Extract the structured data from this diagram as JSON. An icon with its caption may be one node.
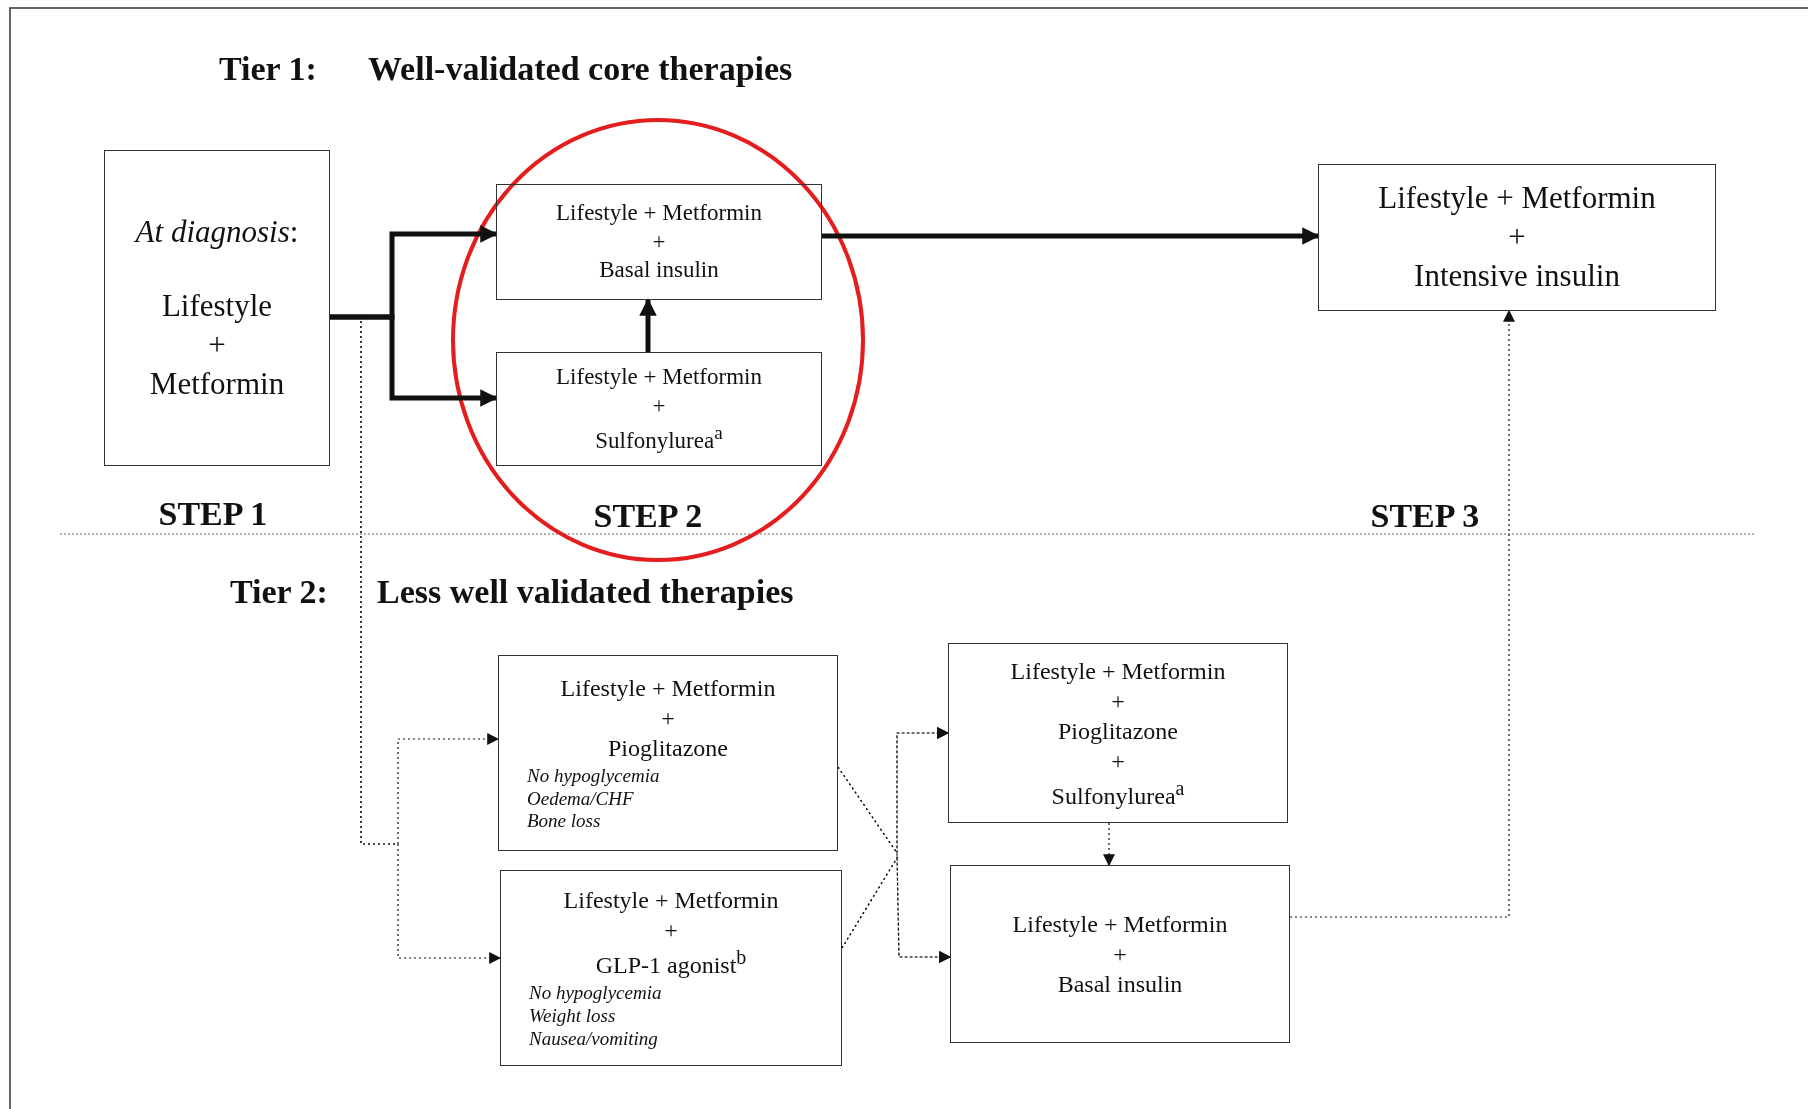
{
  "diagram": {
    "nodes": [
      {
        "text": [
          "*At diagnosis*:",
          "Lifestyle",
          "+",
          "Metformin"
        ]
      },
      {
        "text": [
          "Lifestyle +  Metformin",
          "+",
          "Basal insulin"
        ]
      },
      {
        "text": [
          "Lifestyle +  Metformin",
          "+",
          "Sulfonylurea$^{a}$"
        ]
      },
      {
        "text": [
          "Lifestyle + Metformin",
          "+",
          "Intensive insulin"
        ]
      },
      {
        "text": [
          "Lifestyle +  Metformin",
          "+",
          "Pioglitazone",
          "No hypoglycemia",
          "Oedema/CHF",
          "Bone loss"
        ]
      },
      {
        "text": [
          "Lifestyle +  Metformin",
          "+",
          "GLP-1 agonist$^{b}$",
          "No hypoglycemia",
          "Weight loss",
          "Nausea/vomiting"
        ]
      },
      {
        "text": [
          "Lifestyle +  Metformin",
          "+",
          "Pioglitazone",
          "+",
          "Sulfonylurea$^{a}$"
        ]
      },
      {
        "text": [
          "Lifestyle +  Metformin",
          "+",
          "Basal insulin"
        ]
      }
    ],
    "edges": [
      {
        "from": 0,
        "to": 1,
        "arrow": "to",
        "style": "thick"
      },
      {
        "from": 0,
        "to": 2,
        "arrow": "to",
        "style": "thick"
      },
      {
        "from": 2,
        "to": 1,
        "arrow": "to",
        "style": "thick"
      },
      {
        "from": 1,
        "to": 3,
        "arrow": "to",
        "style": "thick"
      },
      {
        "from": 0,
        "to": 4,
        "arrow": "to",
        "style": "dashed"
      },
      {
        "from": 0,
        "to": 5,
        "arrow": "to",
        "style": "dashed"
      },
      {
        "from": 4,
        "to": 6,
        "arrow": "to",
        "style": "dashed"
      },
      {
        "from": 4,
        "to": 7,
        "arrow": "to",
        "style": "dashed"
      },
      {
        "from": 5,
        "to": 6,
        "arrow": "to",
        "style": "dashed"
      },
      {
        "from": 5,
        "to": 7,
        "arrow": "to",
        "style": "dashed"
      },
      {
        "from": 6,
        "to": 7,
        "arrow": "to",
        "style": "dashed"
      },
      {
        "from": 7,
        "to": 3,
        "arrow": "to",
        "style": "dashed"
      }
    ],
    "labels": [
      "Tier 1:",
      "Well-validated core therapies",
      "STEP 1",
      "STEP 2",
      "STEP 3",
      "Tier 2:",
      "Less well validated therapies"
    ]
  }
}
